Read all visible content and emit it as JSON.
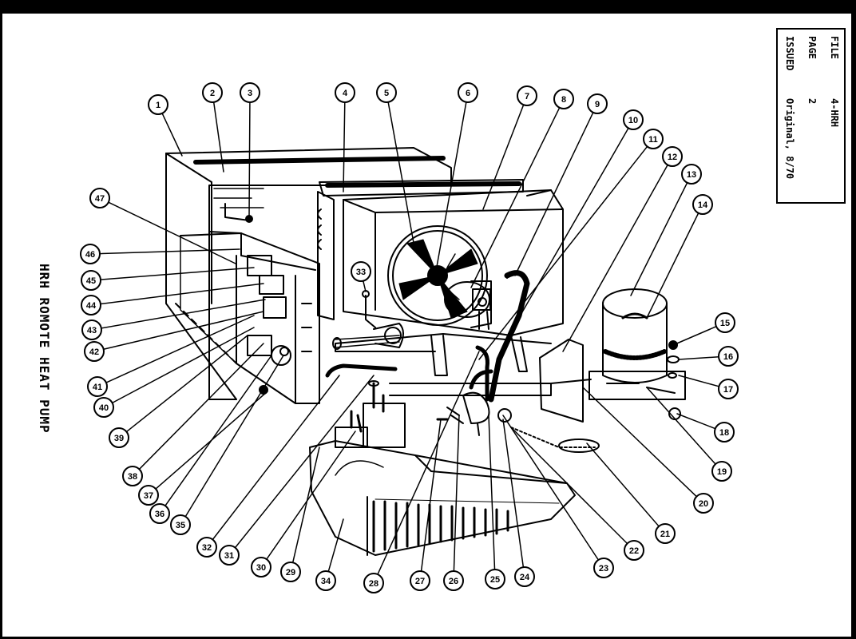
{
  "title_block": {
    "file_label": "FILE",
    "file_value": "4-HRH",
    "page_label": "PAGE",
    "page_value": "2",
    "issued_label": "ISSUED",
    "issued_value": "Original, 8/70"
  },
  "diagram_title": "HRH ROMOTE HEAT PUMP",
  "callouts": [
    "1",
    "2",
    "3",
    "4",
    "5",
    "6",
    "7",
    "8",
    "9",
    "10",
    "11",
    "12",
    "13",
    "14",
    "15",
    "16",
    "17",
    "18",
    "19",
    "20",
    "21",
    "22",
    "23",
    "24",
    "25",
    "26",
    "27",
    "28",
    "29",
    "30",
    "31",
    "32",
    "33",
    "34",
    "35",
    "36",
    "37",
    "38",
    "39",
    "40",
    "41",
    "42",
    "43",
    "44",
    "45",
    "46",
    "47"
  ],
  "colors": {
    "ink": "#000000",
    "paper": "#ffffff"
  }
}
